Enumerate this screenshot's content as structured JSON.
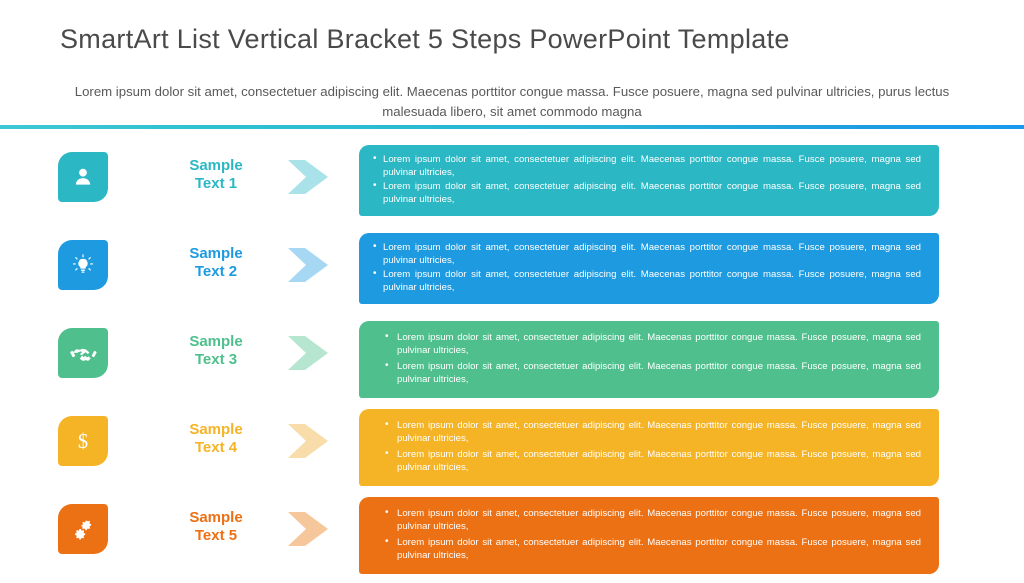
{
  "header": {
    "title": "SmartArt List Vertical Bracket 5 Steps PowerPoint Template",
    "subtitle": "Lorem ipsum dolor sit amet, consectetuer adipiscing elit. Maecenas porttitor congue massa. Fusce posuere, magna sed pulvinar ultricies, purus lectus malesuada libero, sit amet commodo magna",
    "divider_gradient_from": "#3ec8d4",
    "divider_gradient_to": "#189bef"
  },
  "rows": [
    {
      "label": "Sample\nText 1",
      "label_line1": "Sample",
      "label_line2": "Text 1",
      "icon": "person-icon",
      "color": "#2BB8C4",
      "chevron_color": "#a9e2e8",
      "box_color": "#2BB8C4",
      "bullet_style": "tight",
      "bullets": [
        "Lorem ipsum dolor sit amet, consectetuer adipiscing elit. Maecenas porttitor congue massa. Fusce posuere, magna sed pulvinar ultricies,",
        "Lorem ipsum dolor sit amet, consectetuer adipiscing elit. Maecenas porttitor congue massa. Fusce posuere, magna sed pulvinar ultricies,"
      ]
    },
    {
      "label_line1": "Sample",
      "label_line2": "Text 2",
      "icon": "lightbulb-icon",
      "color": "#1E9BE0",
      "chevron_color": "#a6d8f4",
      "box_color": "#1E9BE0",
      "bullet_style": "tight",
      "bullets": [
        "Lorem ipsum dolor sit amet, consectetuer adipiscing elit. Maecenas porttitor congue massa. Fusce posuere, magna sed pulvinar ultricies,",
        "Lorem ipsum dolor sit amet, consectetuer adipiscing elit. Maecenas porttitor congue massa. Fusce posuere, magna sed pulvinar ultricies,"
      ]
    },
    {
      "label_line1": "Sample",
      "label_line2": "Text 3",
      "icon": "handshake-icon",
      "color": "#4FC08D",
      "chevron_color": "#b6e6cf",
      "box_color": "#4FC08D",
      "bullet_style": "loose",
      "bullets": [
        "Lorem ipsum dolor sit amet, consectetuer adipiscing elit. Maecenas porttitor congue massa. Fusce posuere, magna sed pulvinar ultricies,",
        "Lorem ipsum dolor sit amet, consectetuer adipiscing elit. Maecenas porttitor congue massa. Fusce posuere, magna sed pulvinar ultricies,"
      ]
    },
    {
      "label_line1": "Sample",
      "label_line2": "Text 4",
      "icon": "dollar-icon",
      "color": "#F5B426",
      "chevron_color": "#f8ddab",
      "box_color": "#F5B426",
      "bullet_style": "loose",
      "bullets": [
        "Lorem ipsum dolor sit amet, consectetuer adipiscing elit. Maecenas porttitor congue massa. Fusce posuere, magna sed pulvinar ultricies,",
        "Lorem ipsum dolor sit amet, consectetuer adipiscing elit. Maecenas porttitor congue massa. Fusce posuere, magna sed pulvinar ultricies,"
      ]
    },
    {
      "label_line1": "Sample",
      "label_line2": "Text 5",
      "icon": "gears-icon",
      "color": "#EC7014",
      "chevron_color": "#f7c79c",
      "box_color": "#EC7014",
      "bullet_style": "loose",
      "bullets": [
        "Lorem ipsum dolor sit amet, consectetuer adipiscing elit. Maecenas porttitor congue massa. Fusce posuere, magna sed pulvinar ultricies,",
        "Lorem ipsum dolor sit amet, consectetuer adipiscing elit. Maecenas porttitor congue massa. Fusce posuere, magna sed pulvinar ultricies,"
      ]
    }
  ]
}
